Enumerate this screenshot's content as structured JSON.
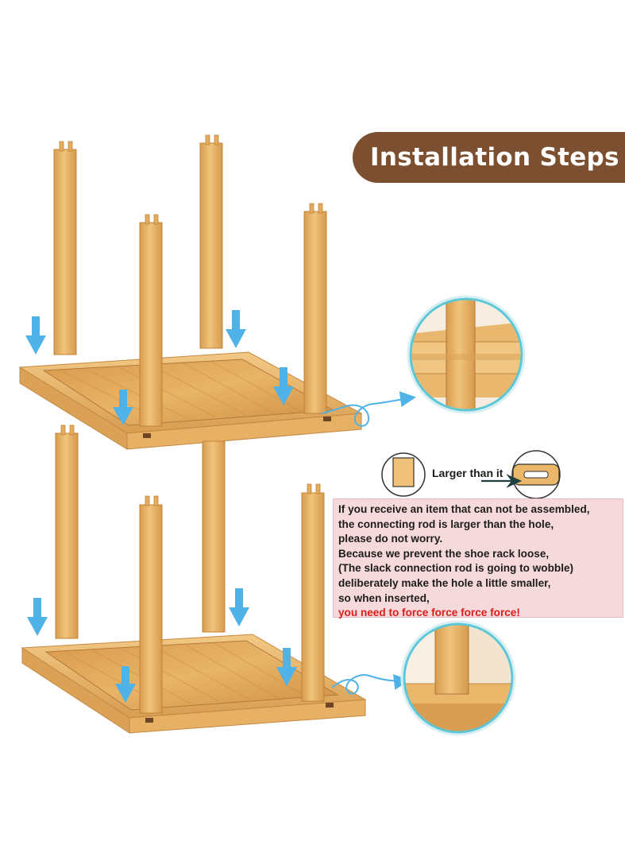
{
  "title": "Installation Steps",
  "comparison": {
    "label": "Larger than it"
  },
  "notice": {
    "lines": [
      "If you receive an item that can not be assembled,",
      "the connecting rod is larger than the hole,",
      "please do not worry.",
      "Because we prevent the shoe rack loose,",
      "(The slack connection rod is going to wobble)",
      "deliberately make the hole a little smaller,",
      "so when inserted,"
    ],
    "warning": "you need to force force force force!"
  },
  "colors": {
    "banner": "#7b4f2f",
    "bamboo": "#e2ad5e",
    "bamboo_dark": "#b9803a",
    "arrow": "#4fb3e8",
    "circle_ring": "#5cc7d6",
    "notice_bg": "#f6d9db",
    "warning_text": "#d8201b"
  },
  "icons": [
    "down-arrow-icon",
    "curly-arrow-icon",
    "right-arrow-icon"
  ]
}
